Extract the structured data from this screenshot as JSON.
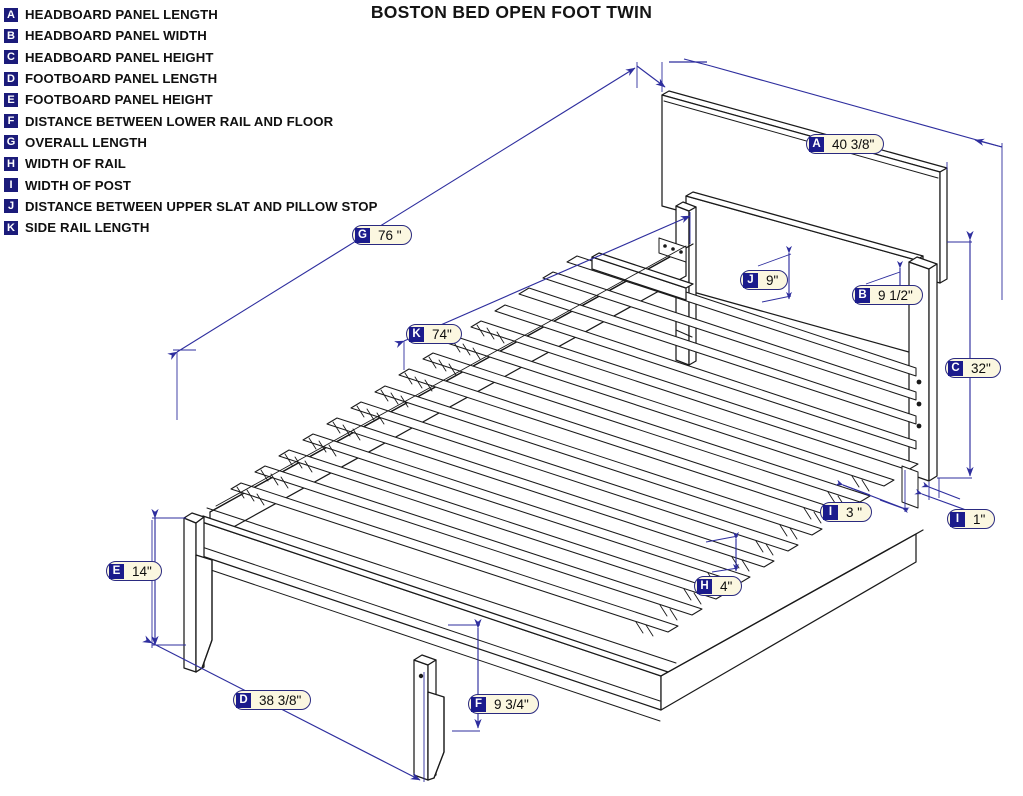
{
  "title": "BOSTON BED OPEN FOOT TWIN",
  "legend": {
    "items": [
      {
        "key": "A",
        "label": "HEADBOARD PANEL LENGTH"
      },
      {
        "key": "B",
        "label": "HEADBOARD PANEL WIDTH"
      },
      {
        "key": "C",
        "label": "HEADBOARD PANEL HEIGHT"
      },
      {
        "key": "D",
        "label": "FOOTBOARD PANEL LENGTH"
      },
      {
        "key": "E",
        "label": "FOOTBOARD PANEL HEIGHT"
      },
      {
        "key": "F",
        "label": "DISTANCE BETWEEN LOWER RAIL AND FLOOR"
      },
      {
        "key": "G",
        "label": "OVERALL LENGTH"
      },
      {
        "key": "H",
        "label": "WIDTH OF RAIL"
      },
      {
        "key": "I",
        "label": "WIDTH OF POST"
      },
      {
        "key": "J",
        "label": "DISTANCE BETWEEN UPPER SLAT AND PILLOW STOP"
      },
      {
        "key": "K",
        "label": "SIDE RAIL LENGTH"
      }
    ]
  },
  "callouts": [
    {
      "key": "A",
      "value": "40 3/8\""
    },
    {
      "key": "B",
      "value": "9 1/2\""
    },
    {
      "key": "C",
      "value": "32\""
    },
    {
      "key": "D",
      "value": "38 3/8\""
    },
    {
      "key": "E",
      "value": "14\""
    },
    {
      "key": "F",
      "value": "9 3/4\""
    },
    {
      "key": "G",
      "value": "76 \""
    },
    {
      "key": "H",
      "value": "4\""
    },
    {
      "key": "I",
      "value": "3 \""
    },
    {
      "key": "I2",
      "value": "1\""
    },
    {
      "key": "J",
      "value": "9\""
    },
    {
      "key": "K",
      "value": "74\""
    }
  ],
  "colors": {
    "badge_navy": "#1b1b8c",
    "chip_fill": "#fbf7e0",
    "chip_border": "#2a2a80",
    "dimension_line": "#2e2e9e",
    "drawing_line": "#1a1a1a",
    "background": "#ffffff"
  }
}
